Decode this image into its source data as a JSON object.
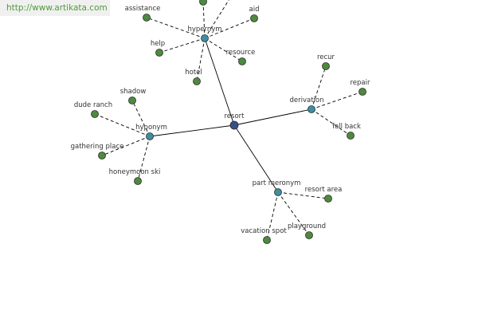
{
  "watermark": {
    "text": "http://www.artikata.com"
  },
  "colors": {
    "center": "#3a4f8a",
    "relation": "#3e8f9e",
    "leaf": "#4e8a3e"
  },
  "graph": {
    "center": {
      "id": "resort",
      "label": "resort"
    },
    "relations": [
      {
        "id": "hypernym",
        "label": "hypernym",
        "leaves": [
          {
            "id": "assistance",
            "label": "assistance"
          },
          {
            "id": "aid",
            "label": "aid"
          },
          {
            "id": "help",
            "label": "help"
          },
          {
            "id": "resource",
            "label": "resource"
          },
          {
            "id": "hotel",
            "label": "hotel"
          },
          {
            "id": "hypernym-top-1",
            "label": ""
          },
          {
            "id": "hypernym-top-2",
            "label": ""
          }
        ]
      },
      {
        "id": "derivation",
        "label": "derivation",
        "leaves": [
          {
            "id": "recur",
            "label": "recur"
          },
          {
            "id": "repair",
            "label": "repair"
          },
          {
            "id": "fall-back",
            "label": "fall back"
          }
        ]
      },
      {
        "id": "hyponym",
        "label": "hyponym",
        "leaves": [
          {
            "id": "shadow",
            "label": "shadow"
          },
          {
            "id": "dude-ranch",
            "label": "dude ranch"
          },
          {
            "id": "gathering-place",
            "label": "gathering place"
          },
          {
            "id": "honeymoon-ski",
            "label": "honeymoon ski"
          }
        ]
      },
      {
        "id": "part-meronym",
        "label": "part meronym",
        "leaves": [
          {
            "id": "resort-area",
            "label": "resort area"
          },
          {
            "id": "vacation-spot",
            "label": "vacation spot"
          },
          {
            "id": "playground",
            "label": "playground"
          }
        ]
      }
    ]
  }
}
